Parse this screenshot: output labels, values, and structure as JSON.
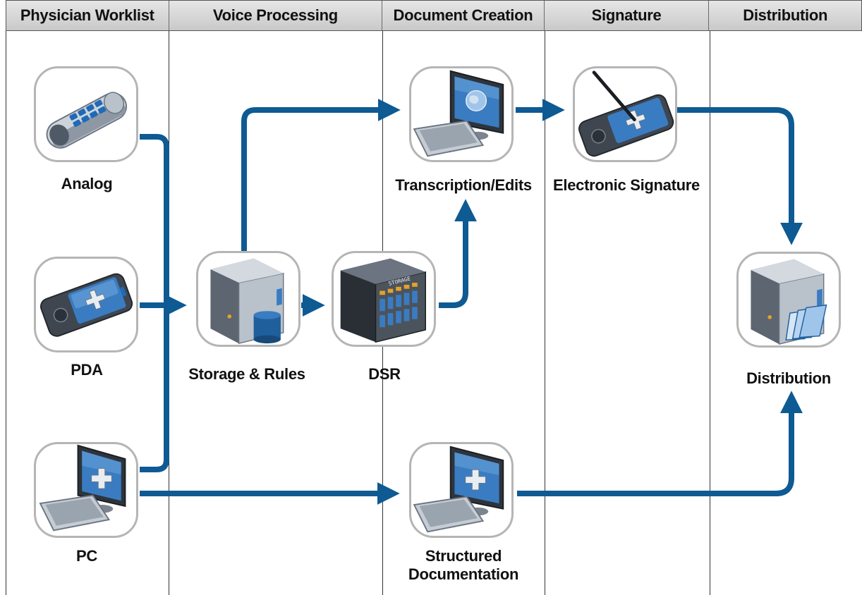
{
  "lanes": [
    {
      "title": "Physician Worklist"
    },
    {
      "title": "Voice Processing"
    },
    {
      "title": "Document Creation"
    },
    {
      "title": "Signature"
    },
    {
      "title": "Distribution"
    }
  ],
  "nodes": {
    "analog": {
      "label": "Analog",
      "icon": "telephone-icon"
    },
    "pda": {
      "label": "PDA",
      "icon": "pda-icon"
    },
    "pc": {
      "label": "PC",
      "icon": "computer-icon"
    },
    "storage": {
      "label": "Storage & Rules",
      "icon": "server-database-icon"
    },
    "dsr": {
      "label": "DSR",
      "icon": "storage-array-icon",
      "device_text": "STORAGE"
    },
    "transcription": {
      "label": "Transcription/Edits",
      "icon": "computer-globe-icon"
    },
    "structured": {
      "label_line1": "Structured",
      "label_line2": "Documentation",
      "icon": "computer-icon"
    },
    "signature": {
      "label": "Electronic Signature",
      "icon": "signature-pad-icon"
    },
    "distribution": {
      "label": "Distribution",
      "icon": "server-folders-icon"
    }
  },
  "colors": {
    "arrow": "#0e5a93",
    "box_border": "#b5b5b5",
    "header_bg": "#d6d6d6",
    "screen": "#3a7cc2"
  }
}
